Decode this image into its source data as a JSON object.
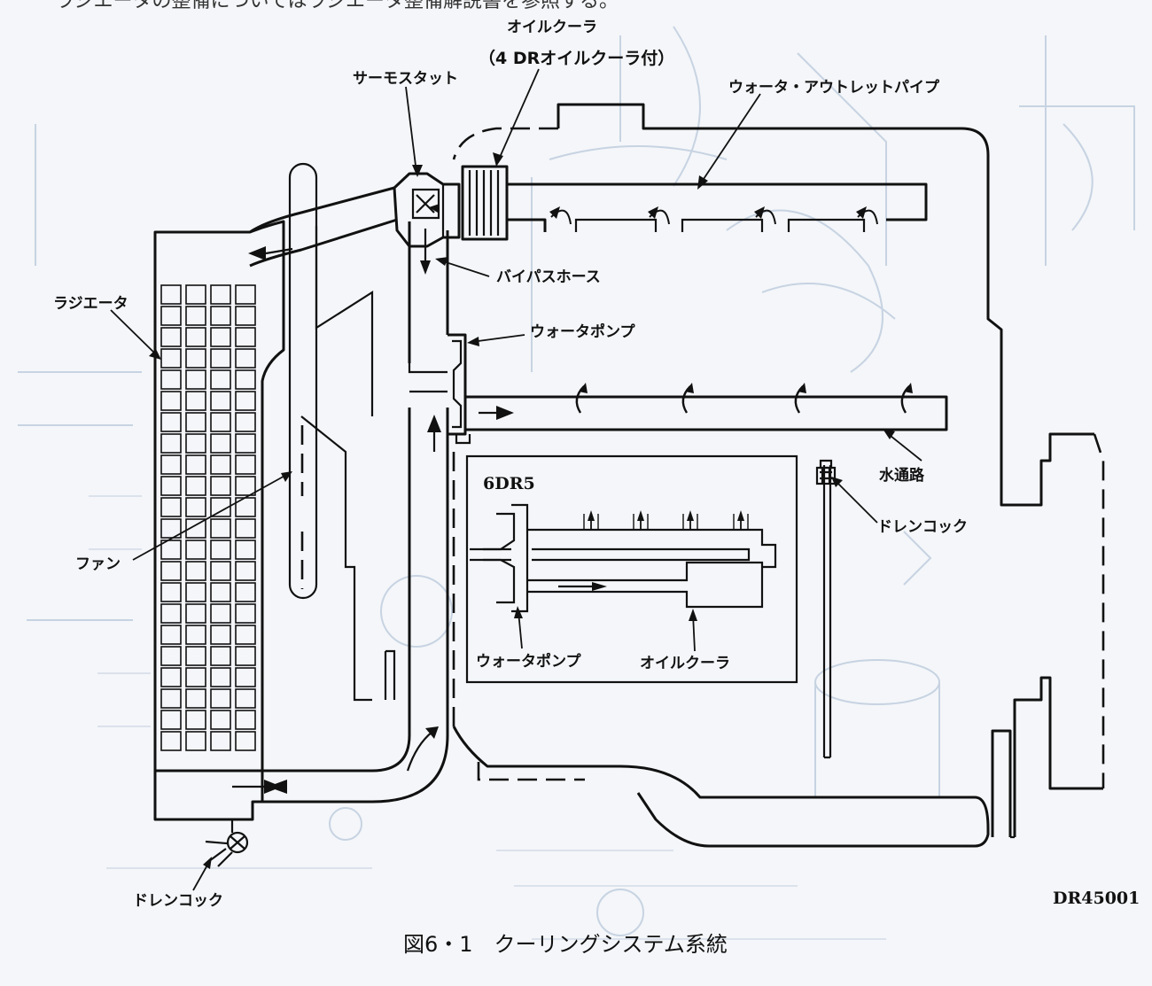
{
  "header_fragment": "ラジエータの整備についてはラジエータ整備解説書を参照する。",
  "labels": {
    "oil_cooler": "オイルクーラ",
    "oil_cooler_note": "（4 DRオイルクーラ付）",
    "thermostat": "サーモスタット",
    "water_outlet_pipe": "ウォータ・アウトレットパイプ",
    "bypass_hose": "バイパスホース",
    "water_pump": "ウォータポンプ",
    "radiator": "ラジエータ",
    "water_passage": "水通路",
    "drain_cock_right": "ドレンコック",
    "fan": "ファン",
    "drain_cock_bottom": "ドレンコック",
    "inset_title": "6DR5",
    "inset_water_pump": "ウォータポンプ",
    "inset_oil_cooler": "オイルクーラ"
  },
  "figure_code": "DR45001",
  "caption": "図6・1　クーリングシステム系統"
}
